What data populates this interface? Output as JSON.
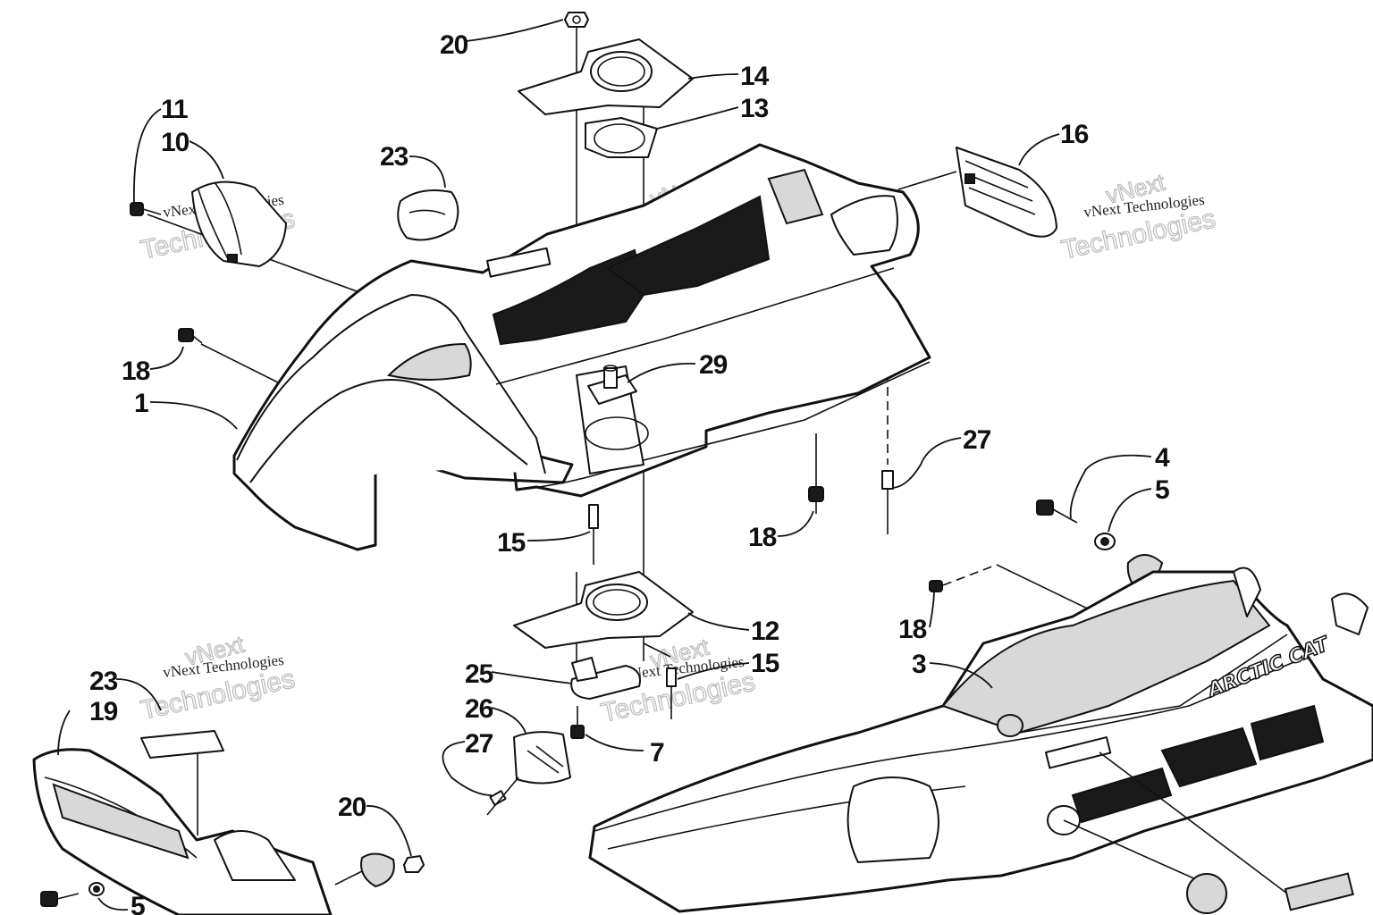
{
  "watermark": {
    "line1": "vNext",
    "line2": "Technologies",
    "combined": "vNext Technologies"
  },
  "brand_text": "ARCTIC CAT",
  "callouts": [
    {
      "id": "c20a",
      "label": "20"
    },
    {
      "id": "c14",
      "label": "14"
    },
    {
      "id": "c13",
      "label": "13"
    },
    {
      "id": "c11",
      "label": "11"
    },
    {
      "id": "c10",
      "label": "10"
    },
    {
      "id": "c23a",
      "label": "23"
    },
    {
      "id": "c16",
      "label": "16"
    },
    {
      "id": "c18a",
      "label": "18"
    },
    {
      "id": "c1",
      "label": "1"
    },
    {
      "id": "c29",
      "label": "29"
    },
    {
      "id": "c27a",
      "label": "27"
    },
    {
      "id": "c4",
      "label": "4"
    },
    {
      "id": "c5a",
      "label": "5"
    },
    {
      "id": "c15a",
      "label": "15"
    },
    {
      "id": "c18b",
      "label": "18"
    },
    {
      "id": "c12",
      "label": "12"
    },
    {
      "id": "c18c",
      "label": "18"
    },
    {
      "id": "c3",
      "label": "3"
    },
    {
      "id": "c25",
      "label": "25"
    },
    {
      "id": "c15b",
      "label": "15"
    },
    {
      "id": "c23b",
      "label": "23"
    },
    {
      "id": "c19",
      "label": "19"
    },
    {
      "id": "c26",
      "label": "26"
    },
    {
      "id": "c27b",
      "label": "27"
    },
    {
      "id": "c7",
      "label": "7"
    },
    {
      "id": "c20b",
      "label": "20"
    },
    {
      "id": "c5b",
      "label": "5"
    }
  ]
}
